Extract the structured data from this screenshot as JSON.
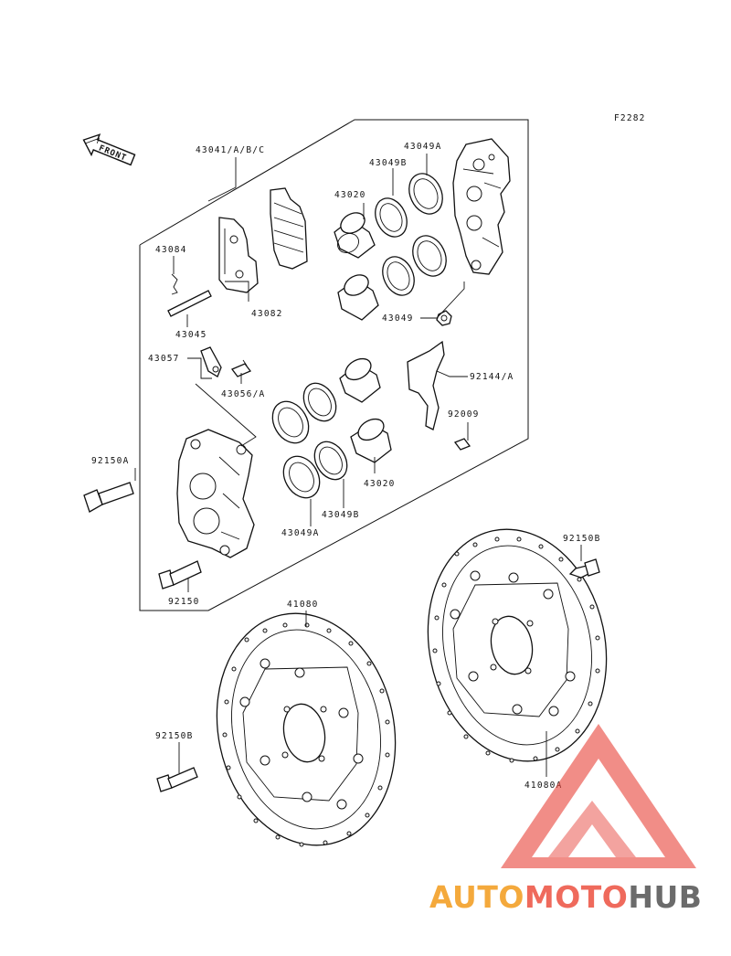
{
  "figure_code": "F2282",
  "front_label": "FRONT",
  "parts": {
    "p43041": "43041/A/B/C",
    "p43049A_top": "43049A",
    "p43049B_top": "43049B",
    "p43020_top": "43020",
    "p43084": "43084",
    "p43082": "43082",
    "p43045": "43045",
    "p43049": "43049",
    "p43057": "43057",
    "p43056": "43056/A",
    "p92144": "92144/A",
    "p92009": "92009",
    "p92150A": "92150A",
    "p43020_bot": "43020",
    "p43049B_bot": "43049B",
    "p43049A_bot": "43049A",
    "p92150": "92150",
    "p41080": "41080",
    "p92150B_right": "92150B",
    "p92150B_left": "92150B",
    "p41080A": "41080A"
  },
  "watermark": {
    "part1": "AUTO",
    "part2": "MOTO",
    "part3": "HUB",
    "colors": {
      "orange": "#f4a93c",
      "red": "#ef6a5c",
      "gray": "#6b6b6b",
      "triangle": "#e8453c"
    }
  }
}
